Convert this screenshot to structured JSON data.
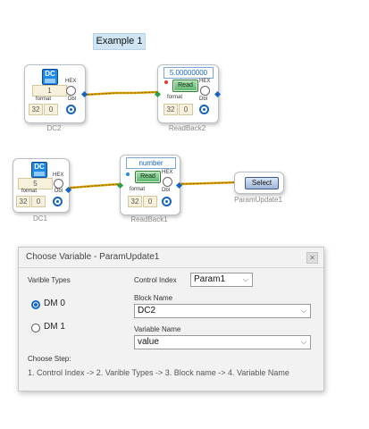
{
  "canvas": {
    "example_label": "Example 1",
    "blocks": {
      "dc2": {
        "icon_text": "DC",
        "value": "1",
        "hex_label": "HEX",
        "format_label": "format",
        "dbl_label": "Dbl",
        "field_a": "32",
        "field_b": "0",
        "caption": "DC2"
      },
      "readback2": {
        "value": "5.00000000",
        "button": "Read",
        "hex_label": "HEX",
        "format_label": "format",
        "dbl_label": "Dbl",
        "field_a": "32",
        "field_b": "0",
        "caption": "ReadBack2"
      },
      "dc1": {
        "icon_text": "DC",
        "value": "5",
        "hex_label": "HEX",
        "format_label": "format",
        "dbl_label": "Dbl",
        "field_a": "32",
        "field_b": "0",
        "caption": "DC1"
      },
      "readback1": {
        "value": "number",
        "button": "Read",
        "hex_label": "HEX",
        "format_label": "format",
        "dbl_label": "Dbl",
        "field_a": "32",
        "field_b": "0",
        "caption": "ReadBack1"
      },
      "paramupdate1": {
        "button": "Select",
        "caption": "ParamUpdate1"
      }
    },
    "colors": {
      "wire": "#e0a400",
      "wire_dash": "#8a6a00"
    }
  },
  "dialog": {
    "title": "Choose Variable - ParamUpdate1",
    "close_icon": "close-icon",
    "varible_types_label": "Varible Types",
    "options": [
      {
        "label": "DM 0",
        "checked": true
      },
      {
        "label": "DM 1",
        "checked": false
      }
    ],
    "control_index_label": "Control Index",
    "control_index_value": "Param1",
    "block_name_label": "Block Name",
    "block_name_value": "DC2",
    "variable_name_label": "Variable Name",
    "variable_name_value": "value",
    "choose_step_label": "Choose Step:",
    "steps_text": "1. Control Index -> 2. Varible Types -> 3. Block name -> 4. Variable Name"
  }
}
